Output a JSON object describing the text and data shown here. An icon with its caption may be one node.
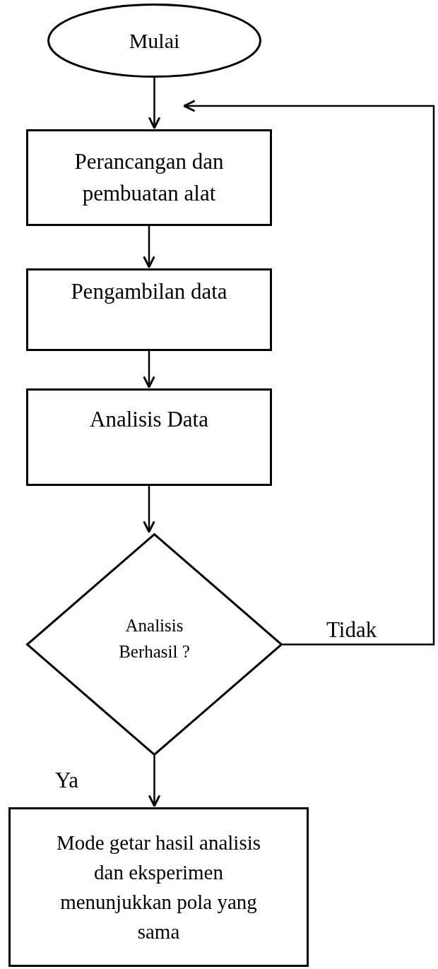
{
  "diagram": {
    "nodes": [
      {
        "text": [
          "Mulai"
        ]
      },
      {
        "text": [
          "Perancangan dan pembuatan alat"
        ]
      },
      {
        "text": [
          "Pengambilan data"
        ]
      },
      {
        "text": [
          "Analisis Data"
        ]
      },
      {
        "text": [
          "Analisis Berhasil ?"
        ]
      },
      {
        "text": [
          "Mode getar hasil analisis dan eksperimen menunjukkan pola yang sama"
        ]
      }
    ],
    "edges": [
      {
        "from": 0,
        "to": 1,
        "arrow": "to"
      },
      {
        "from": 1,
        "to": 2,
        "arrow": "to"
      },
      {
        "from": 2,
        "to": 3,
        "arrow": "to"
      },
      {
        "from": 3,
        "to": 4,
        "arrow": "to"
      },
      {
        "from": 4,
        "to": 5,
        "arrow": "to",
        "label": "Ya"
      },
      {
        "from": 4,
        "to": 1,
        "arrow": "to",
        "label": "Tidak"
      }
    ]
  }
}
